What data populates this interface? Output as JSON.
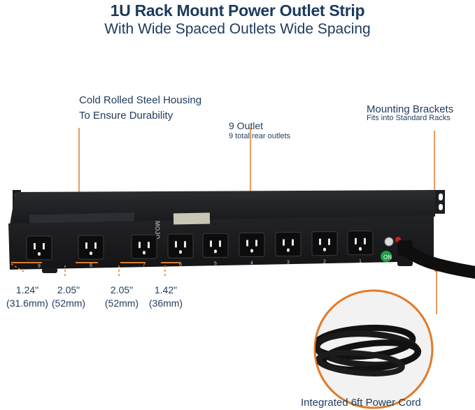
{
  "header": {
    "title": "1U Rack Mount Power Outlet Strip",
    "subtitle": "With Wide Spaced Outlets Wide Spacing"
  },
  "callouts": {
    "housing_line1": "Cold Rolled Steel Housing",
    "housing_line2": "To Ensure Durability",
    "outlet_title": "9 Outlet",
    "outlet_sub": "9 total rear outlets",
    "brackets_title": "Mounting Brackets",
    "brackets_sub": "Fits into Standard Racks",
    "cord": "Integrated 6ft Power Cord"
  },
  "measurements": [
    {
      "inch": "1.24\"",
      "mm": "(31.6mm)"
    },
    {
      "inch": "2.05\"",
      "mm": "(52mm)"
    },
    {
      "inch": "2.05\"",
      "mm": "(52mm)"
    },
    {
      "inch": "1.42\"",
      "mm": "(36mm)"
    }
  ],
  "outlet_numbers": [
    "9",
    "8",
    "7",
    "6",
    "5",
    "4",
    "3",
    "2",
    "1"
  ],
  "brand": "MOJO",
  "colors": {
    "accent": "#e07b2a",
    "text": "#1f3b5c",
    "body": "#1b1c1e"
  }
}
